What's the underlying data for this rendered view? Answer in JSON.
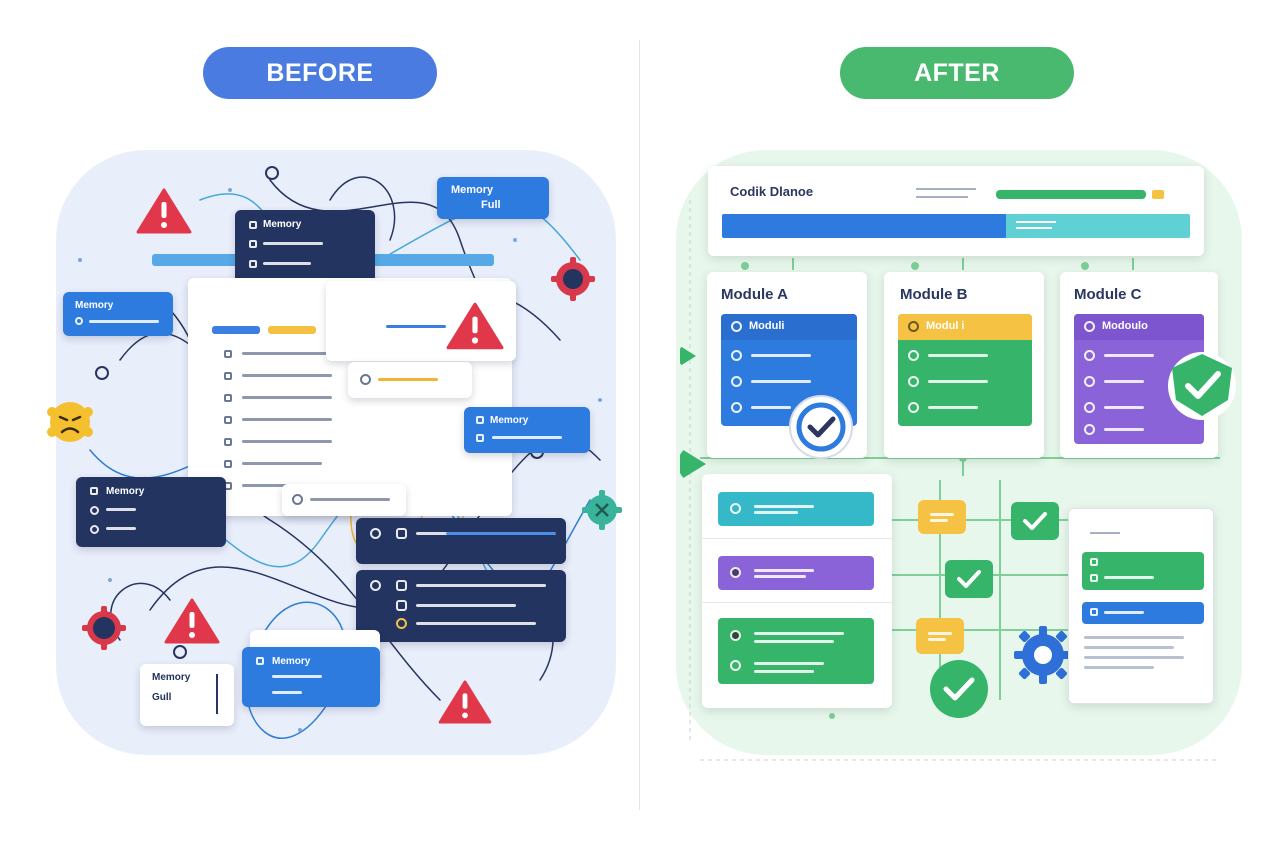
{
  "labels": {
    "before": "BEFORE",
    "after": "AFTER"
  },
  "colors": {
    "before_pill": "#4a7be0",
    "after_pill": "#49b96f",
    "navy": "#233461",
    "blue": "#2e7be0",
    "warning": "#e0384a",
    "green": "#35b46a",
    "yellow": "#f6c244",
    "purple": "#8a63d8",
    "teal": "#35b8c8"
  },
  "before": {
    "memory_full_top": {
      "line1": "Memory",
      "line2": "Full"
    },
    "memory_card_left": "Memory",
    "memory_card_nav": "Memory",
    "memory_card_right": "Memory",
    "memory_card_bottom_left": "Memory",
    "memory_card_bottom": "Memory",
    "memory_full_bottom": {
      "line1": "Memory",
      "line2": "Gull"
    }
  },
  "after": {
    "dashboard_title": "Codik Dlanoe",
    "modules": [
      {
        "title": "Module A",
        "head": "Moduli",
        "color": "#2e7be0",
        "head_color": "#2a6fd0"
      },
      {
        "title": "Module B",
        "head": "Modul i",
        "color": "#35b46a",
        "head_color": "#f6c244"
      },
      {
        "title": "Module C",
        "head": "Modoulo",
        "color": "#8a63d8",
        "head_color": "#7c55cf"
      }
    ]
  }
}
